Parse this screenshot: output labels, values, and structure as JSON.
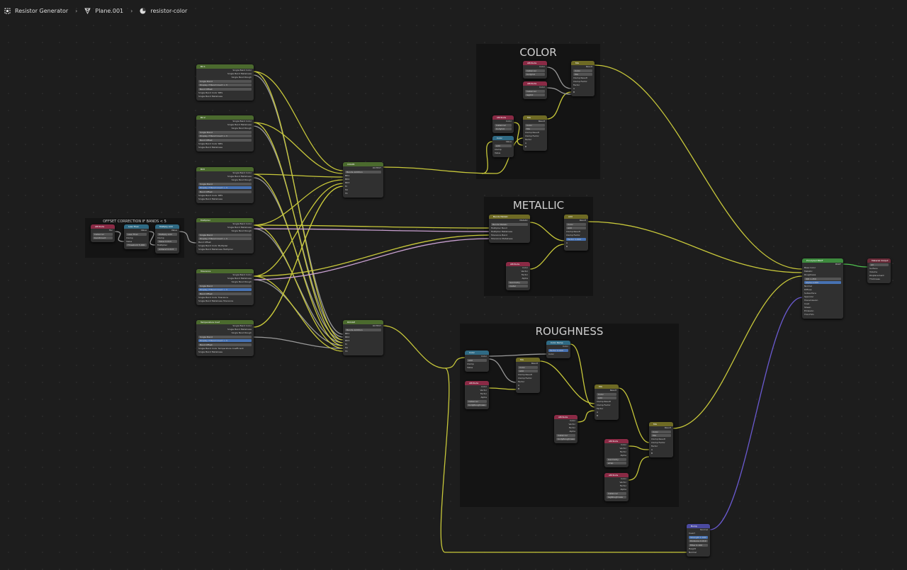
{
  "breadcrumb": {
    "items": [
      {
        "label": "Resistor Generator",
        "icon": "scene-icon"
      },
      {
        "label": "Plane.001",
        "icon": "mesh-icon"
      },
      {
        "label": "resistor-color",
        "icon": "material-icon"
      }
    ]
  },
  "frames": {
    "offset": "OFFSET CORRECTION IF BANDS < 5",
    "color": "COLOR",
    "metallic": "METALLIC",
    "roughness": "ROUGHNESS"
  },
  "colors": {
    "group": "#4b6a2e",
    "attribute": "#8a2a45",
    "converter": "#2f6a84",
    "mix": "#6e6a24",
    "shader": "#3d8a3d",
    "output": "#6a2a38",
    "vector": "#4b4aa0"
  },
  "nodes": [
    {
      "id": "bd1",
      "title": "Bd 1",
      "kind": "group",
      "rows": [
        [
          "out",
          "Single Band Color"
        ],
        [
          "out",
          "Single Band Metalness"
        ],
        [
          "out",
          "Single Band Rough"
        ],
        [
          "field",
          "Single Band"
        ],
        [
          "field",
          "Display if Band Count > 3"
        ],
        [
          "field",
          "Band Offset"
        ],
        [
          "in",
          "Single Band Color   SEIS"
        ],
        [
          "in",
          "Single Band Metalness"
        ]
      ]
    },
    {
      "id": "bd2",
      "title": "Bd 2",
      "kind": "group",
      "rows": [
        [
          "out",
          "Single Band Color"
        ],
        [
          "out",
          "Single Band Metalness"
        ],
        [
          "out",
          "Single Band Rough"
        ],
        [
          "field",
          "Single Band"
        ],
        [
          "field",
          "Display if Band Count > 3"
        ],
        [
          "field",
          "Band Offset"
        ],
        [
          "in",
          "Single Band Color   SEIS"
        ],
        [
          "in",
          "Single Band Metalness"
        ]
      ]
    },
    {
      "id": "bd3",
      "title": "Bd3",
      "kind": "group",
      "rows": [
        [
          "out",
          "Single Band Color"
        ],
        [
          "out",
          "Single Band Metalness"
        ],
        [
          "out",
          "Single Band Rough"
        ],
        [
          "field",
          "Single Band"
        ],
        [
          "hl",
          "Display if Band Count > 3"
        ],
        [
          "field",
          "Band Offset"
        ],
        [
          "in",
          "Single Band Color   SEIS"
        ],
        [
          "in",
          "Single Band Metalness"
        ]
      ]
    },
    {
      "id": "mult",
      "title": "Multiplier",
      "kind": "group",
      "rows": [
        [
          "out",
          "Single Band Color"
        ],
        [
          "out",
          "Single Band Metalness"
        ],
        [
          "out",
          "Single Band Rough"
        ],
        [
          "field",
          "Single Band"
        ],
        [
          "field",
          "Display if Band Count > 3"
        ],
        [
          "in",
          "Band Offset"
        ],
        [
          "in",
          "Single Band Color   Multiplier"
        ],
        [
          "in",
          "Single Band Metalness   Multiplier"
        ]
      ]
    },
    {
      "id": "tol",
      "title": "Tolerance",
      "kind": "group",
      "rows": [
        [
          "out",
          "Single Band Color"
        ],
        [
          "out",
          "Single Band Metalness"
        ],
        [
          "out",
          "Single Band Rough"
        ],
        [
          "field",
          "Single Band"
        ],
        [
          "hl",
          "Display if Band Count > 3"
        ],
        [
          "field",
          "Band Offset"
        ],
        [
          "in",
          "Single Band Color   Tolerance"
        ],
        [
          "in",
          "Single Band Metalness   Tolerance"
        ]
      ]
    },
    {
      "id": "temp",
      "title": "Temperature Coef",
      "kind": "group",
      "rows": [
        [
          "out",
          "Single Band Color"
        ],
        [
          "out",
          "Single Band Metalness"
        ],
        [
          "out",
          "Single Band Rough"
        ],
        [
          "field",
          "Single Band"
        ],
        [
          "hl",
          "Display if Band Count > 3"
        ],
        [
          "field",
          "Band Offset"
        ],
        [
          "in",
          "Single Band Color   Temperature Coefficient"
        ],
        [
          "in",
          "Single Band Metalness"
        ]
      ]
    },
    {
      "id": "attrOff",
      "title": "Attribute",
      "kind": "attribute",
      "rows": [
        [
          "out",
          "Fac"
        ],
        [
          "field",
          "Instancer"
        ],
        [
          "field",
          "bandCount"
        ]
      ]
    },
    {
      "id": "less",
      "title": "Less Than",
      "kind": "converter",
      "rows": [
        [
          "out",
          "Value"
        ],
        [
          "field",
          "Less Than"
        ],
        [
          "in",
          "Clamp"
        ],
        [
          "in",
          "Value"
        ],
        [
          "field",
          "Threshold   5.000"
        ]
      ]
    },
    {
      "id": "muladd",
      "title": "Multiply Add",
      "kind": "converter",
      "rows": [
        [
          "out",
          "Value"
        ],
        [
          "field",
          "Multiply Add"
        ],
        [
          "in",
          "Clamp"
        ],
        [
          "field",
          "Value   0.013"
        ],
        [
          "in",
          "Multiplier"
        ],
        [
          "field",
          "Addend   0.013"
        ]
      ]
    },
    {
      "id": "colorMix",
      "title": "COLOR",
      "kind": "group",
      "rows": [
        [
          "out",
          "OUTPUT"
        ],
        [
          "field",
          "Bands Addition"
        ],
        [
          "in",
          "BD1"
        ],
        [
          "in",
          "BD2"
        ],
        [
          "in",
          "BD3"
        ],
        [
          "in",
          "M"
        ],
        [
          "in",
          "Tol"
        ],
        [
          "in",
          "TC"
        ]
      ]
    },
    {
      "id": "roughMix",
      "title": "ROUGH",
      "kind": "group",
      "rows": [
        [
          "out",
          "OUTPUT"
        ],
        [
          "field",
          "Bands Addition"
        ],
        [
          "in",
          "BD1"
        ],
        [
          "in",
          "BD2"
        ],
        [
          "in",
          "BD3"
        ],
        [
          "in",
          "M"
        ],
        [
          "in",
          "Tol"
        ],
        [
          "in",
          "TC"
        ]
      ]
    },
    {
      "id": "cA1",
      "title": "Attribute",
      "kind": "attribute",
      "rows": [
        [
          "out",
          "Color"
        ],
        [
          "field",
          "Instancer"
        ],
        [
          "field",
          "bodyCol"
        ]
      ]
    },
    {
      "id": "cA2",
      "title": "Attribute",
      "kind": "attribute",
      "rows": [
        [
          "out",
          "Color"
        ],
        [
          "field",
          "Instancer"
        ],
        [
          "field",
          "legCol"
        ]
      ]
    },
    {
      "id": "cMix1",
      "title": "Mix",
      "kind": "mix",
      "rows": [
        [
          "out",
          "Result"
        ],
        [
          "field",
          "Color"
        ],
        [
          "field",
          "Mix"
        ],
        [
          "in",
          "Clamp Result"
        ],
        [
          "in",
          "Clamp Factor"
        ],
        [
          "in",
          "Factor"
        ],
        [
          "in",
          "A"
        ],
        [
          "in",
          "B"
        ]
      ]
    },
    {
      "id": "cA3",
      "title": "Attribute",
      "kind": "attribute",
      "rows": [
        [
          "out",
          "Color"
        ],
        [
          "field",
          "Instancer"
        ],
        [
          "field",
          "bodyCol"
        ]
      ]
    },
    {
      "id": "cCol",
      "title": "Color",
      "kind": "converter",
      "rows": [
        [
          "out",
          "Value"
        ],
        [
          "field",
          "Add"
        ],
        [
          "in",
          "Clamp"
        ],
        [
          "in",
          "Value"
        ]
      ]
    },
    {
      "id": "cMix2",
      "title": "Mix",
      "kind": "mix",
      "rows": [
        [
          "out",
          "Result"
        ],
        [
          "field",
          "Color"
        ],
        [
          "field",
          "Mix"
        ],
        [
          "in",
          "Clamp Result"
        ],
        [
          "in",
          "Clamp Factor"
        ],
        [
          "in",
          "Factor"
        ],
        [
          "in",
          "A"
        ],
        [
          "in",
          "B"
        ]
      ]
    },
    {
      "id": "mBands",
      "title": "Bands Metalic",
      "kind": "mix",
      "rows": [
        [
          "out",
          "Metallic"
        ],
        [
          "field",
          "Bands Metalic"
        ],
        [
          "in",
          "Multiplier Band"
        ],
        [
          "in",
          "Multiplier Metalness"
        ],
        [
          "in",
          "Tolerance Band"
        ],
        [
          "in",
          "Tolerance Metalness"
        ]
      ]
    },
    {
      "id": "mMix",
      "title": "Add",
      "kind": "mix",
      "rows": [
        [
          "out",
          "Result"
        ],
        [
          "field",
          "Color"
        ],
        [
          "field",
          "Add"
        ],
        [
          "in",
          "Clamp Result"
        ],
        [
          "in",
          "Clamp Factor"
        ],
        [
          "hl",
          "Factor   1.000"
        ],
        [
          "in",
          "A"
        ],
        [
          "in",
          "B"
        ]
      ]
    },
    {
      "id": "mAttr",
      "title": "Attribute",
      "kind": "attribute",
      "rows": [
        [
          "out",
          "Color"
        ],
        [
          "out",
          "Vector"
        ],
        [
          "out",
          "Factor"
        ],
        [
          "out",
          "Alpha"
        ],
        [
          "field",
          "Geometry"
        ],
        [
          "field",
          "metal"
        ]
      ]
    },
    {
      "id": "rCol",
      "title": "Color",
      "kind": "converter",
      "rows": [
        [
          "out",
          "Color"
        ],
        [
          "field",
          "Add"
        ],
        [
          "in",
          "Clamp"
        ],
        [
          "in",
          "Value"
        ]
      ]
    },
    {
      "id": "rAttr1",
      "title": "Attribute",
      "kind": "attribute",
      "rows": [
        [
          "out",
          "Color"
        ],
        [
          "out",
          "Vector"
        ],
        [
          "out",
          "Factor"
        ],
        [
          "out",
          "Alpha"
        ],
        [
          "field",
          "Instancer"
        ],
        [
          "field",
          "bodyRoughness"
        ]
      ]
    },
    {
      "id": "rMix1",
      "title": "Mix",
      "kind": "mix",
      "rows": [
        [
          "out",
          "Result"
        ],
        [
          "field",
          "Color"
        ],
        [
          "field",
          "Add"
        ],
        [
          "in",
          "Clamp Result"
        ],
        [
          "in",
          "Clamp Factor"
        ],
        [
          "in",
          "Factor"
        ],
        [
          "in",
          "A"
        ],
        [
          "in",
          "B"
        ]
      ]
    },
    {
      "id": "rRamp",
      "title": "Color Ramp",
      "kind": "converter",
      "rows": [
        [
          "out",
          "Color"
        ],
        [
          "hl",
          "Factor   0.000"
        ],
        [
          "in",
          "Color"
        ]
      ]
    },
    {
      "id": "rAttr2",
      "title": "Attribute",
      "kind": "attribute",
      "rows": [
        [
          "out",
          "Color"
        ],
        [
          "out",
          "Vector"
        ],
        [
          "out",
          "Factor"
        ],
        [
          "out",
          "Alpha"
        ],
        [
          "field",
          "Instancer"
        ],
        [
          "field",
          "bodyRoughness"
        ]
      ]
    },
    {
      "id": "rMix2",
      "title": "Mix",
      "kind": "mix",
      "rows": [
        [
          "out",
          "Result"
        ],
        [
          "field",
          "Color"
        ],
        [
          "field",
          "Add"
        ],
        [
          "in",
          "Clamp Result"
        ],
        [
          "in",
          "Clamp Factor"
        ],
        [
          "in",
          "Factor"
        ],
        [
          "in",
          "A"
        ],
        [
          "in",
          "B"
        ]
      ]
    },
    {
      "id": "rAttr3",
      "title": "Attribute",
      "kind": "attribute",
      "rows": [
        [
          "out",
          "Color"
        ],
        [
          "out",
          "Vector"
        ],
        [
          "out",
          "Factor"
        ],
        [
          "out",
          "Alpha"
        ],
        [
          "field",
          "Geometry"
        ],
        [
          "field",
          "wrap"
        ]
      ]
    },
    {
      "id": "rAttr4",
      "title": "Attribute",
      "kind": "attribute",
      "rows": [
        [
          "out",
          "Color"
        ],
        [
          "out",
          "Vector"
        ],
        [
          "out",
          "Factor"
        ],
        [
          "out",
          "Alpha"
        ],
        [
          "field",
          "Instancer"
        ],
        [
          "field",
          "legRoughness"
        ]
      ]
    },
    {
      "id": "rMix3",
      "title": "Mix",
      "kind": "mix",
      "rows": [
        [
          "out",
          "Result"
        ],
        [
          "field",
          "Color"
        ],
        [
          "field",
          "Mix"
        ],
        [
          "in",
          "Clamp Result"
        ],
        [
          "in",
          "Clamp Factor"
        ],
        [
          "in",
          "Factor"
        ],
        [
          "in",
          "A"
        ],
        [
          "in",
          "B"
        ]
      ]
    },
    {
      "id": "bsdf",
      "title": "Principled BSDF",
      "kind": "shader",
      "rows": [
        [
          "out",
          "BSDF"
        ],
        [
          "in",
          "Base Color"
        ],
        [
          "in",
          "Metallic"
        ],
        [
          "in",
          "Roughness"
        ],
        [
          "field",
          "IOR   1.450"
        ],
        [
          "hl",
          "Alpha   1.000"
        ],
        [
          "in",
          "Normal"
        ],
        [
          "in",
          "Diffuse"
        ],
        [
          "in",
          "Subsurface"
        ],
        [
          "in",
          "Specular"
        ],
        [
          "in",
          "Transmission"
        ],
        [
          "in",
          "Coat"
        ],
        [
          "in",
          "Sheen"
        ],
        [
          "in",
          "Emission"
        ],
        [
          "in",
          "Thin Film"
        ]
      ]
    },
    {
      "id": "matOut",
      "title": "Material Output",
      "kind": "output",
      "rows": [
        [
          "field",
          "All"
        ],
        [
          "in",
          "Surface"
        ],
        [
          "in",
          "Volume"
        ],
        [
          "in",
          "Displacement"
        ],
        [
          "in",
          "Thickness"
        ]
      ]
    },
    {
      "id": "bump",
      "title": "Bump",
      "kind": "vector",
      "rows": [
        [
          "out",
          "Normal"
        ],
        [
          "in",
          "Invert"
        ],
        [
          "hl",
          "Strength   1.000"
        ],
        [
          "field",
          "Distance   0.010"
        ],
        [
          "field",
          "Filter   0.100"
        ],
        [
          "in",
          "Height"
        ],
        [
          "in",
          "Normal"
        ]
      ]
    }
  ]
}
